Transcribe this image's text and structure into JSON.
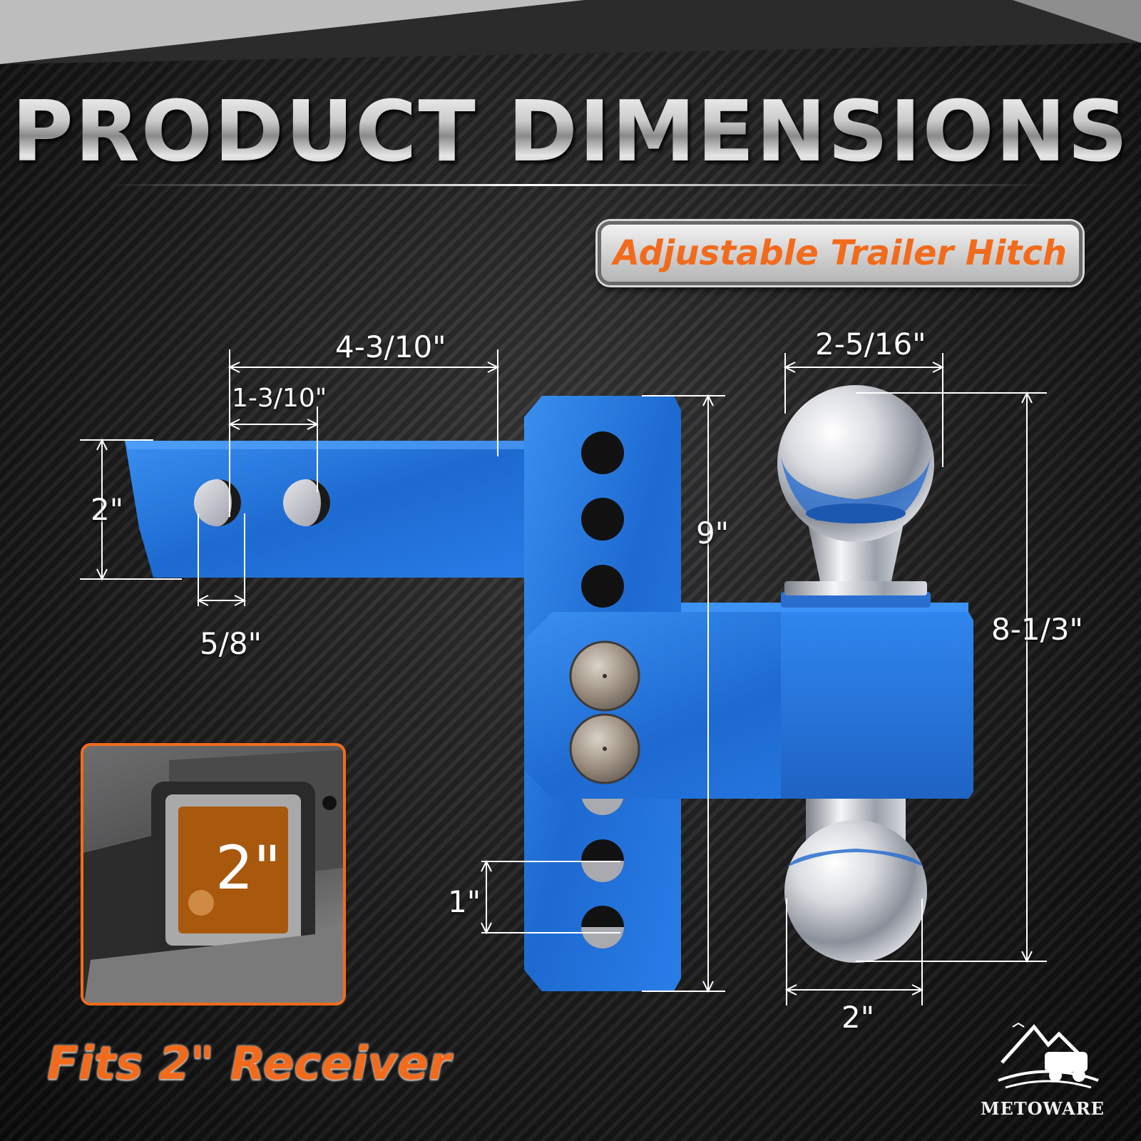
{
  "title": "PRODUCT DIMENSIONS",
  "subtitle": "Adjustable Trailer Hitch",
  "dimensions": {
    "shank_length": "4-3/10\"",
    "hole_spacing": "1-3/10\"",
    "shank_height": "2\"",
    "hole_diameter": "5/8\"",
    "total_height": "9\"",
    "ball_width": "2-5/16\"",
    "ball_span": "8-1/3\"",
    "hole_pitch": "1\"",
    "ball_lower": "2\""
  },
  "inset": {
    "label": "2\""
  },
  "tagline": "Fits 2\" Receiver",
  "brand": "METOWARE",
  "colors": {
    "accent": "#f26b1d",
    "hitch_blue": "#2a73d6",
    "background": "#1f1f1f"
  }
}
